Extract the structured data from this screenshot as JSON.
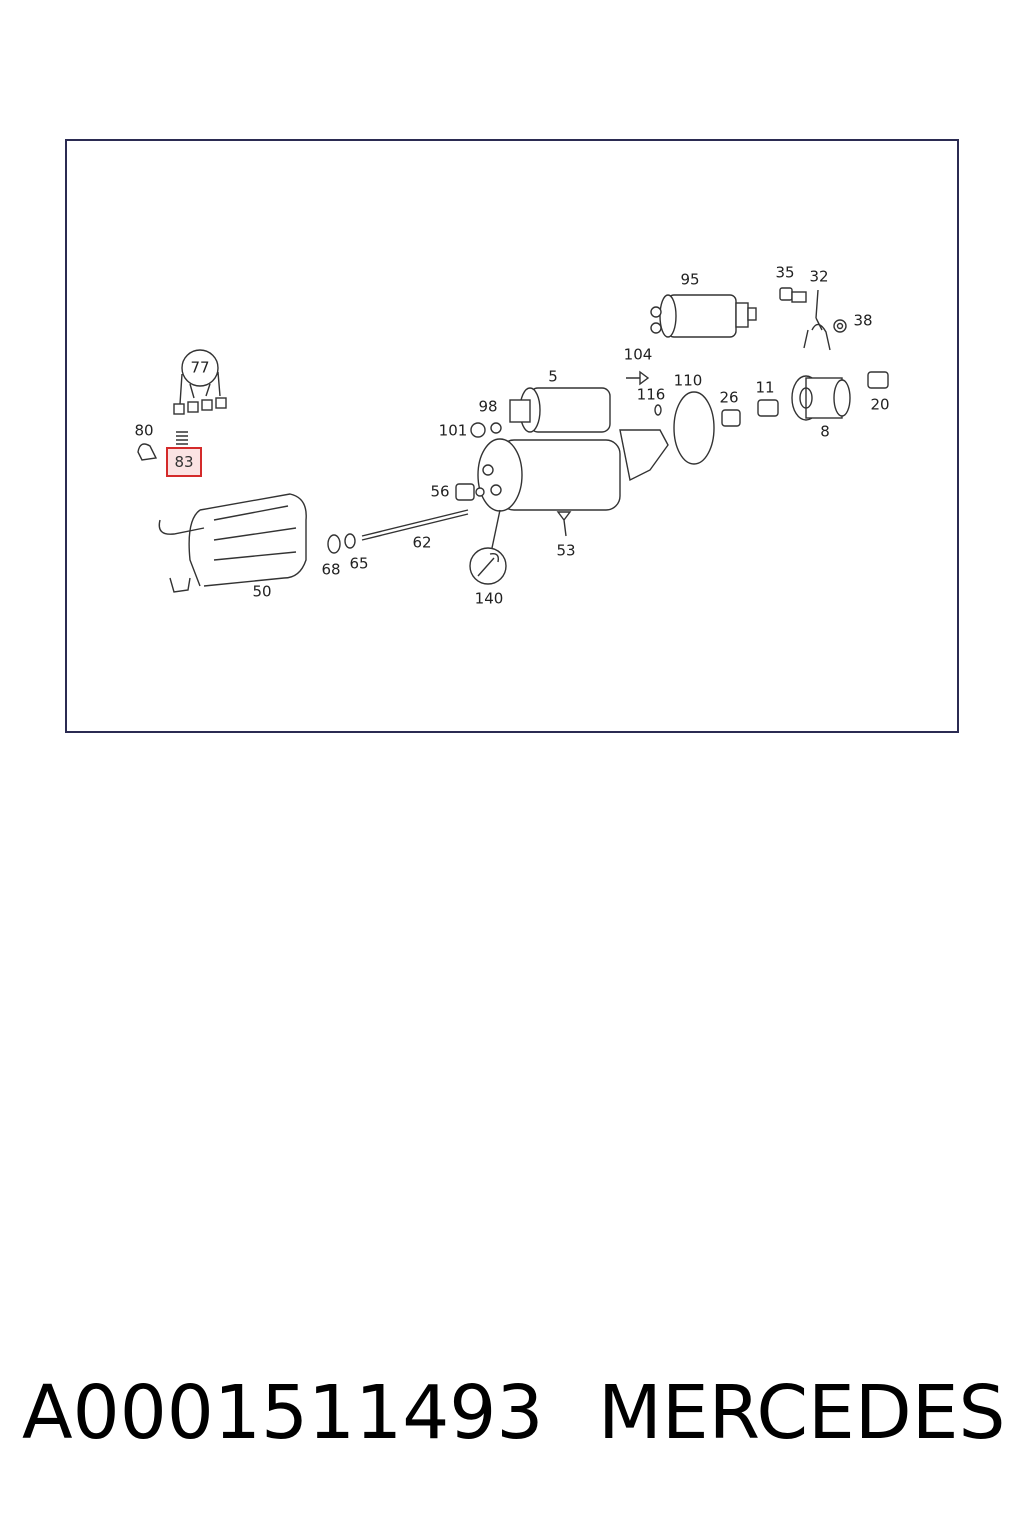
{
  "diagram": {
    "labels": [
      "95",
      "35",
      "32",
      "38",
      "104",
      "5",
      "110",
      "116",
      "98",
      "101",
      "26",
      "11",
      "20",
      "8",
      "77",
      "80",
      "83",
      "56",
      "62",
      "53",
      "68",
      "65",
      "50",
      "140"
    ],
    "highlighted": "83"
  },
  "caption": {
    "part_number": "A0001511493",
    "brand": "MERCEDES"
  },
  "colors": {
    "frame": "#2b2b52",
    "highlight_border": "#d42a2a",
    "highlight_fill": "#fbe3e3"
  }
}
